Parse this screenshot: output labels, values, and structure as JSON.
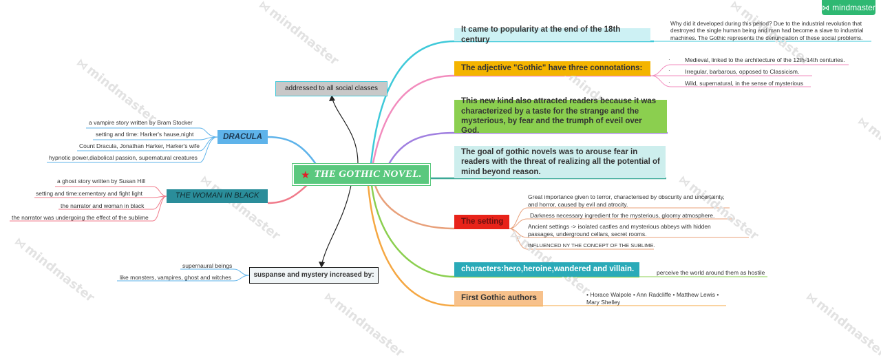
{
  "app": {
    "brand": "mindmaster",
    "watermark": "mindmaster",
    "accent": "#2fb872"
  },
  "central": {
    "title": "THE GOTHIC NOVEL.",
    "icon": "star-icon"
  },
  "right": {
    "popularity": {
      "label": "It came to popularity at the end of the 18th century",
      "note": "Why did it developed during this period? Due to the industrial revolution that destroyed the single human being and man had become a slave to industrial machines. The Gothic represents the denunciation of these social problems."
    },
    "adjective": {
      "label": "The adjective \"Gothic\"  have three connotations:",
      "items": [
        "Medieval, linked to the architecture of the 12th-14th centuries.",
        "Irregular, barbarous, opposed to Classicism.",
        "Wild, supernatural, in the sense of mysterious"
      ]
    },
    "readers": {
      "label": "This new kind also attracted readers because it was characterized by a taste for the strange and the mysterious, by fear and the trumph of eveil over God."
    },
    "goal": {
      "label": "The goal of gothic novels was to arouse fear in readers with the threat of realizing all the potential of mind beyond reason."
    },
    "setting": {
      "label": "The setting",
      "items": [
        "Great importance given to terror, characterised by obscurity and uncertainty, and horror, caused by evil and atrocity.",
        "Darkness necessary ingredient for the mysterious, gloomy atmosphere.",
        "Ancient settings -> isolated castles and mysterious abbeys with hidden passages, underground cellars, secret rooms.",
        "INFLUENCED NY THE CONCEPT OF THE SUBLIME."
      ]
    },
    "characters": {
      "label": "characters:hero,heroine,wandered and villain.",
      "note": "perceive the world around them as hostile"
    },
    "authors": {
      "label": "First Gothic authors",
      "note": "• Horace Walpole • Ann Radcliffe • Matthew Lewis • Mary Shelley"
    }
  },
  "top": {
    "label": "addressed to all social classes"
  },
  "bottom": {
    "label": "suspanse and mystery increased by:",
    "items": [
      "supernaural beings",
      "like monsters, vampires, ghost and witches"
    ]
  },
  "left": {
    "dracula": {
      "label": "DRACULA",
      "items": [
        "a vampire story written by Bram Stocker",
        "setting and time: Harker's hause,night",
        "Count Dracula, Jonathan Harker, Harker's wife",
        "hypnotic power,diabolical passion, supernatural creatures"
      ]
    },
    "woman": {
      "label": "THE WOMAN IN BLACK",
      "items": [
        "a ghost story written by Susan Hill",
        "setting and time:cementary and fight light",
        "the narrator and woman in black",
        "the narrator was undergoing the effect of the sublime"
      ]
    }
  },
  "colors": {
    "central": "#5ac87e",
    "popularity": "#3ec9d9",
    "adjective": "#f4b400",
    "readers": "#8bcf4f",
    "goal": "#cdeeed",
    "setting": "#e8231a",
    "characters": "#2aaab8",
    "authors": "#f7c18b",
    "dracula": "#5eb3ea",
    "woman": "#2a8d9a"
  }
}
